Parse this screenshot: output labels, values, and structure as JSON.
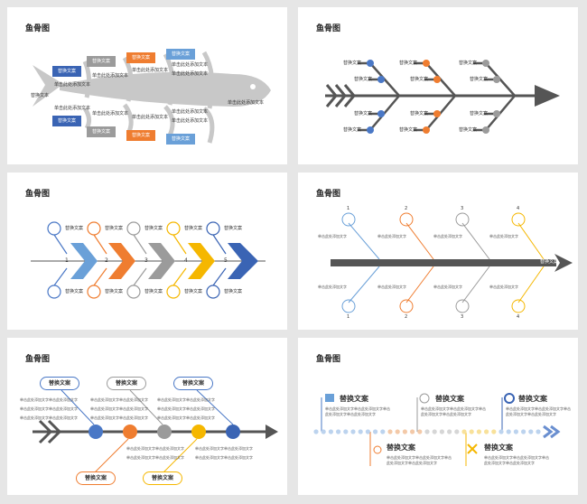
{
  "title": "鱼骨图",
  "colors": {
    "blue": "#4a78c6",
    "darkblue": "#3a64b4",
    "gray": "#9b9b9b",
    "orange": "#ef7d30",
    "yellow": "#f5b700",
    "lightblue": "#6aa0d8",
    "dark": "#555555"
  },
  "s1": {
    "labels": [
      "替换文案",
      "替换文案",
      "替换文案",
      "替换文案",
      "替换文案",
      "替换文案",
      "替换文案",
      "替换文案"
    ],
    "texts": [
      "单击此处添加文本",
      "单击此处添加文本",
      "单击此处添加文本",
      "单击此处添加文本",
      "单击此处添加文本",
      "单击此处添加文本",
      "单击此处添加文本",
      "单击此处添加文本",
      "单击此处添加文本",
      "单击此处添加文本",
      "单击此处添加文本"
    ],
    "tail_label": "替换文本",
    "head_label": "单击此处添加文本"
  },
  "s2": {
    "labels": [
      "替换文案",
      "替换文案",
      "替换文案",
      "替换文案",
      "替换文案",
      "替换文案",
      "替换文案",
      "替换文案",
      "替换文案",
      "替换文案",
      "替换文案",
      "替换文案"
    ]
  },
  "s3": {
    "labels": [
      "替换文案",
      "替换文案",
      "替换文案",
      "替换文案",
      "替换文案",
      "替换文案",
      "替换文案",
      "替换文案",
      "替换文案",
      "替换文案"
    ],
    "numbers": [
      "1",
      "2",
      "3",
      "4",
      "5"
    ]
  },
  "s4": {
    "numbers": [
      "1",
      "2",
      "3",
      "4",
      "1",
      "2",
      "3",
      "4"
    ],
    "head_label": "替换文案",
    "item": "单击此处添加文字"
  },
  "s5": {
    "pills": [
      "替换文案",
      "替换文案",
      "替换文案",
      "替换文案",
      "替换文案"
    ],
    "item": "单击此处添加文字单击此处添加文字"
  },
  "s6": {
    "headings": [
      "替换文案",
      "替换文案",
      "替换文案",
      "替换文案",
      "替换文案"
    ],
    "body": "单击此处添加文字单击此处添加文字单击此处添加文字单击此处添加文字"
  }
}
